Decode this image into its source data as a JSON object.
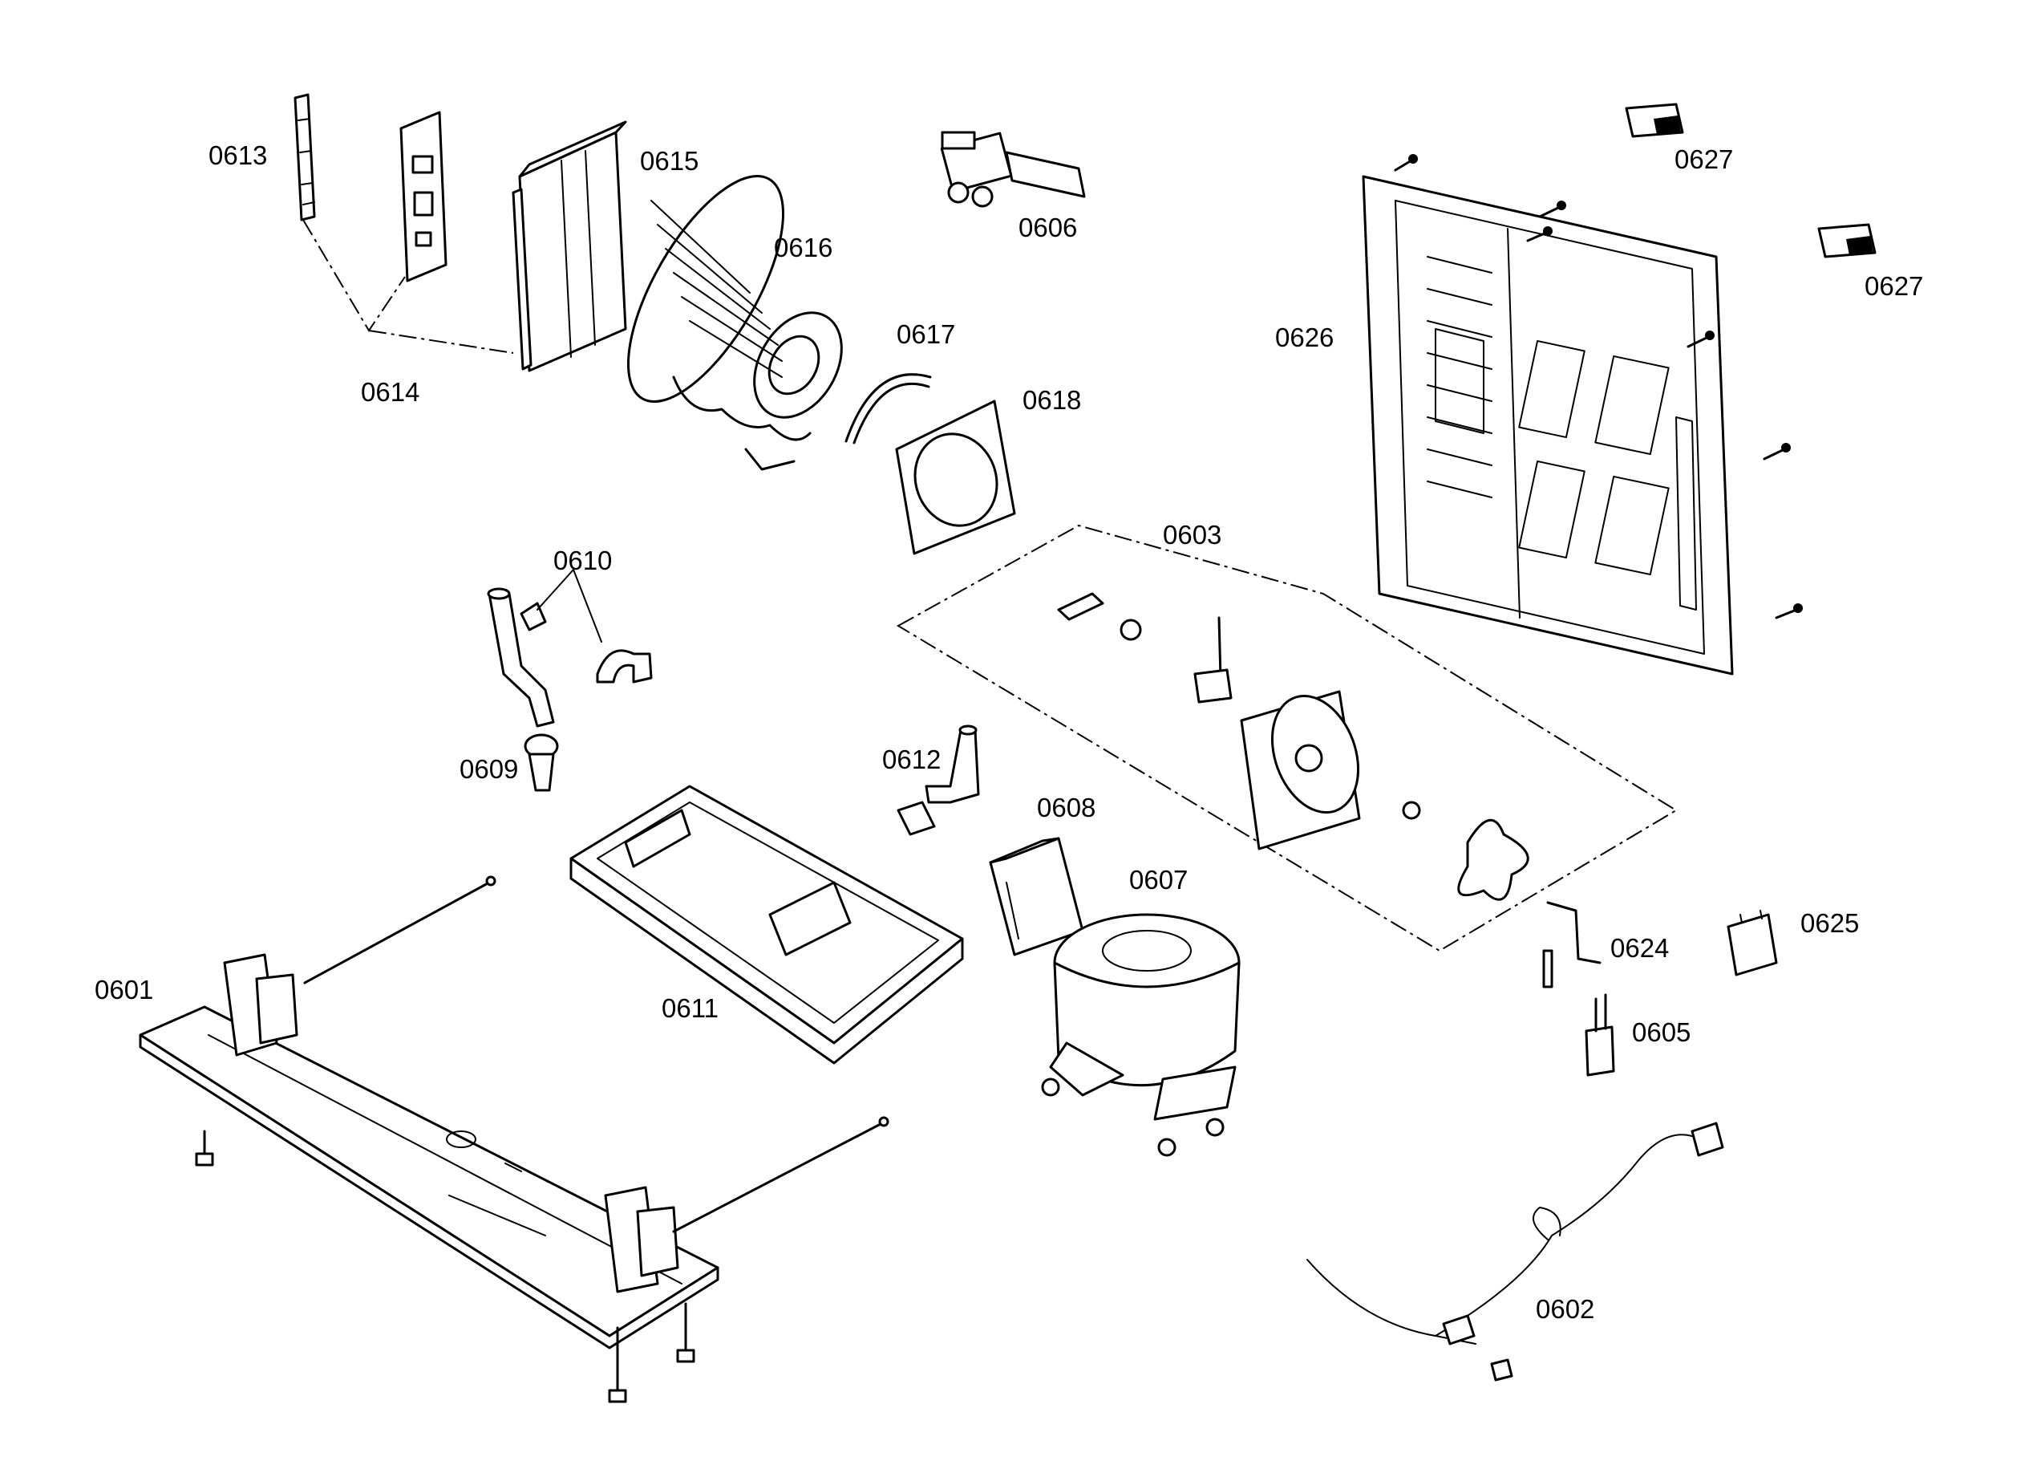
{
  "diagram": {
    "labels": {
      "p0601": "0601",
      "p0602": "0602",
      "p0603": "0603",
      "p0605": "0605",
      "p0606": "0606",
      "p0607": "0607",
      "p0608": "0608",
      "p0609": "0609",
      "p0610": "0610",
      "p0611": "0611",
      "p0612": "0612",
      "p0613": "0613",
      "p0614": "0614",
      "p0615": "0615",
      "p0616": "0616",
      "p0617": "0617",
      "p0618": "0618",
      "p0624": "0624",
      "p0625": "0625",
      "p0626": "0626",
      "p0627a": "0627",
      "p0627b": "0627"
    },
    "line_color": "#000000",
    "background": "#ffffff"
  }
}
